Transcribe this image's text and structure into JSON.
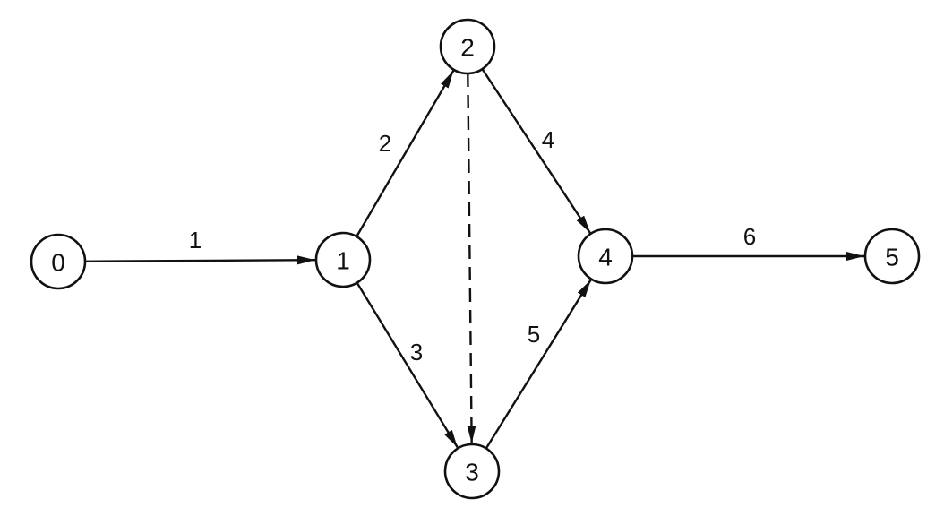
{
  "diagram": {
    "nodes": [
      {
        "id": "0",
        "label": "0"
      },
      {
        "id": "1",
        "label": "1"
      },
      {
        "id": "2",
        "label": "2"
      },
      {
        "id": "3",
        "label": "3"
      },
      {
        "id": "4",
        "label": "4"
      },
      {
        "id": "5",
        "label": "5"
      }
    ],
    "edges": [
      {
        "from": "0",
        "to": "1",
        "label": "1",
        "style": "solid"
      },
      {
        "from": "1",
        "to": "2",
        "label": "2",
        "style": "solid"
      },
      {
        "from": "1",
        "to": "3",
        "label": "3",
        "style": "solid"
      },
      {
        "from": "2",
        "to": "4",
        "label": "4",
        "style": "solid"
      },
      {
        "from": "3",
        "to": "4",
        "label": "5",
        "style": "solid"
      },
      {
        "from": "4",
        "to": "5",
        "label": "6",
        "style": "solid"
      },
      {
        "from": "2",
        "to": "3",
        "label": "",
        "style": "dashed"
      }
    ]
  }
}
